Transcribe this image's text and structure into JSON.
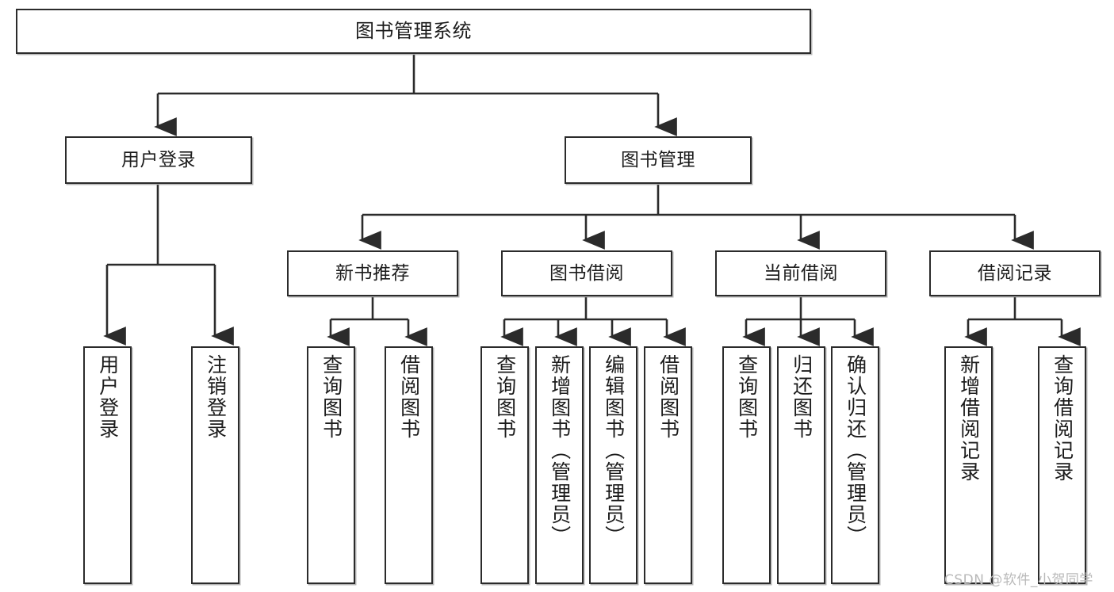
{
  "diagram": {
    "title": "图书管理系统",
    "type": "tree-hierarchy-chart",
    "orientation": "top-down",
    "colors": {
      "box_border": "#2b2b2b",
      "box_fill": "#ffffff",
      "connector": "#2b2b2b",
      "background": "#ffffff",
      "watermark": "#b9b9b9"
    }
  },
  "nodes": {
    "root": {
      "label": "图书管理系统"
    },
    "level2": [
      {
        "label": "用户登录"
      },
      {
        "label": "图书管理"
      }
    ],
    "level3": [
      {
        "label": "新书推荐"
      },
      {
        "label": "图书借阅"
      },
      {
        "label": "当前借阅"
      },
      {
        "label": "借阅记录"
      }
    ],
    "leaves": {
      "user_login": [
        {
          "label": "用户登录"
        },
        {
          "label": "注销登录"
        }
      ],
      "new_book_recommend": [
        {
          "label": "查询图书"
        },
        {
          "label": "借阅图书"
        }
      ],
      "book_borrow": [
        {
          "label": "查询图书"
        },
        {
          "label": "新增图书（管理员）"
        },
        {
          "label": "编辑图书（管理员）"
        },
        {
          "label": "借阅图书"
        }
      ],
      "current_borrow": [
        {
          "label": "查询图书"
        },
        {
          "label": "归还图书"
        },
        {
          "label": "确认归还（管理员）"
        }
      ],
      "borrow_record": [
        {
          "label": "新增借阅记录"
        },
        {
          "label": "查询借阅记录"
        }
      ]
    }
  },
  "watermark": {
    "text": "CSDN @软件_小贺同学"
  }
}
